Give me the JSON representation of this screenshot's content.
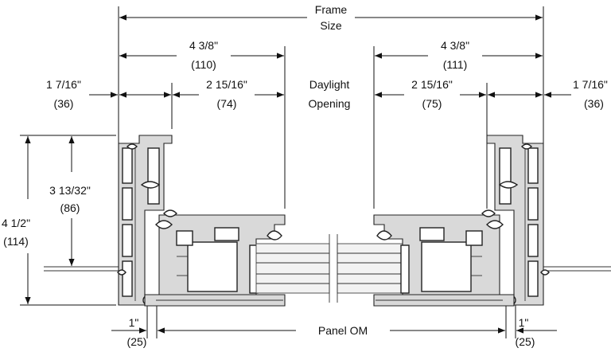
{
  "labels": {
    "frame_size_1": "Frame",
    "frame_size_2": "Size",
    "left_overall": "4 3/8\"",
    "left_overall_mm": "(110)",
    "right_overall": "4 3/8\"",
    "right_overall_mm": "(111)",
    "left_frame": "1 7/16\"",
    "left_frame_mm": "(36)",
    "right_frame": "1 7/16\"",
    "right_frame_mm": "(36)",
    "left_sash": "2 15/16\"",
    "left_sash_mm": "(74)",
    "right_sash": "2 15/16\"",
    "right_sash_mm": "(75)",
    "daylight_1": "Daylight",
    "daylight_2": "Opening",
    "height_total": "4 1/2\"",
    "height_total_mm": "(114)",
    "height_inner": "3 13/32\"",
    "height_inner_mm": "(86)",
    "left_bottom": "1\"",
    "left_bottom_mm": "(25)",
    "right_bottom": "1\"",
    "right_bottom_mm": "(25)",
    "panel_om": "Panel OM"
  }
}
